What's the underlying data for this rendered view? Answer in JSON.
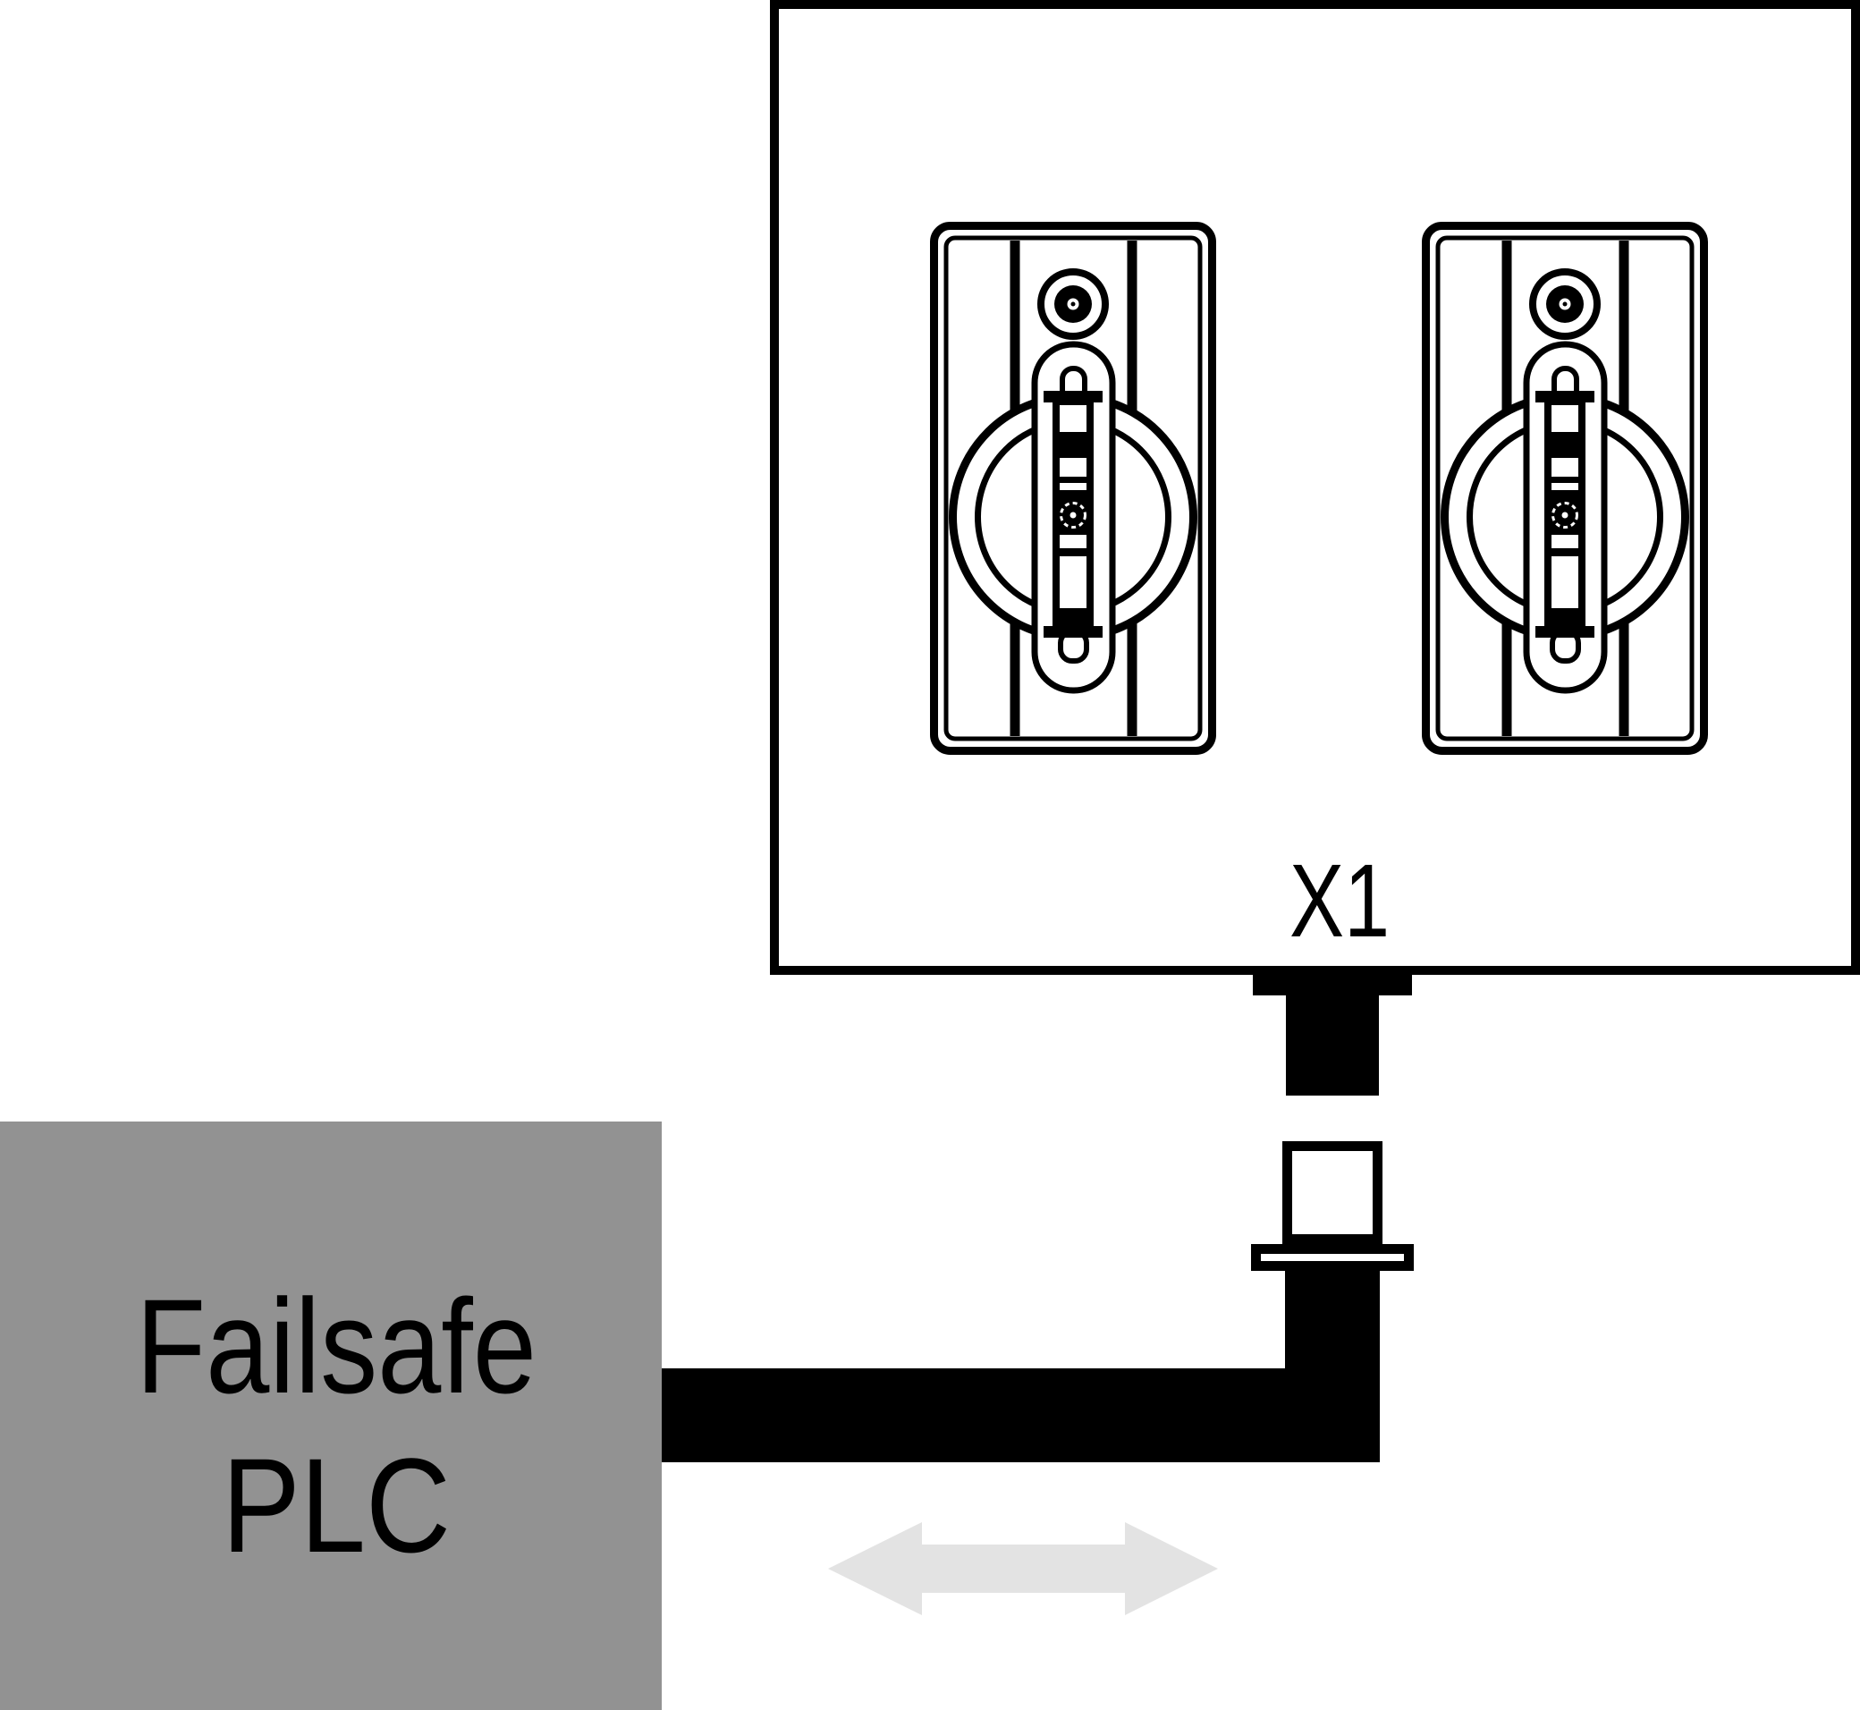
{
  "device": {
    "port_label": "X1"
  },
  "plc": {
    "label_line1": "Failsafe",
    "label_line2": "PLC"
  },
  "icons": {
    "connector": "circular-connector-face-icon",
    "arrow": "bidirectional-arrow-icon"
  },
  "colors": {
    "ink": "#000000",
    "background": "#ffffff",
    "plc_box": "#929292",
    "arrow": "#e3e3e3"
  }
}
